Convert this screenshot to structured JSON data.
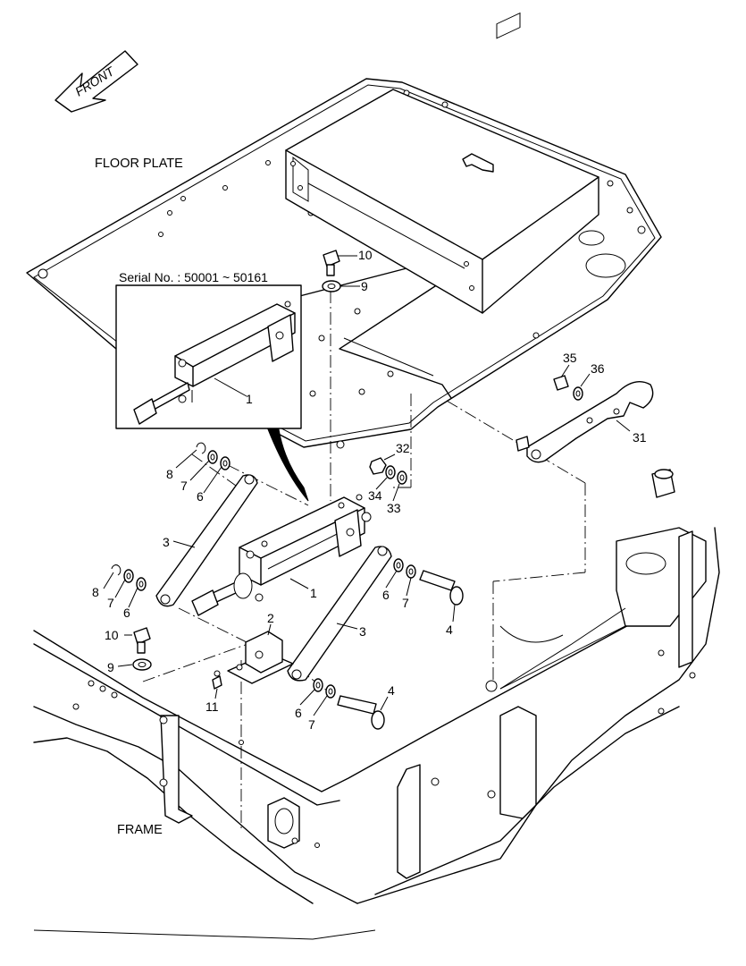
{
  "labels": {
    "front": "FRONT",
    "floor_plate": "FLOOR PLATE",
    "frame": "FRAME",
    "serial": "Serial No.  : 50001 ~ 50161"
  },
  "callouts": {
    "p1_inset": "1",
    "p1": "1",
    "p2": "2",
    "p3_left": "3",
    "p3_right": "3",
    "p4_upper": "4",
    "p4_lower": "4",
    "p6_a": "6",
    "p6_b": "6",
    "p6_c": "6",
    "p6_d": "6",
    "p7_a": "7",
    "p7_b": "7",
    "p7_c": "7",
    "p7_d": "7",
    "p8_a": "8",
    "p8_b": "8",
    "p9_top": "9",
    "p9_bottom": "9",
    "p10_top": "10",
    "p10_bottom": "10",
    "p11": "11",
    "p31": "31",
    "p32": "32",
    "p33": "33",
    "p34": "34",
    "p35": "35",
    "p36": "36"
  }
}
